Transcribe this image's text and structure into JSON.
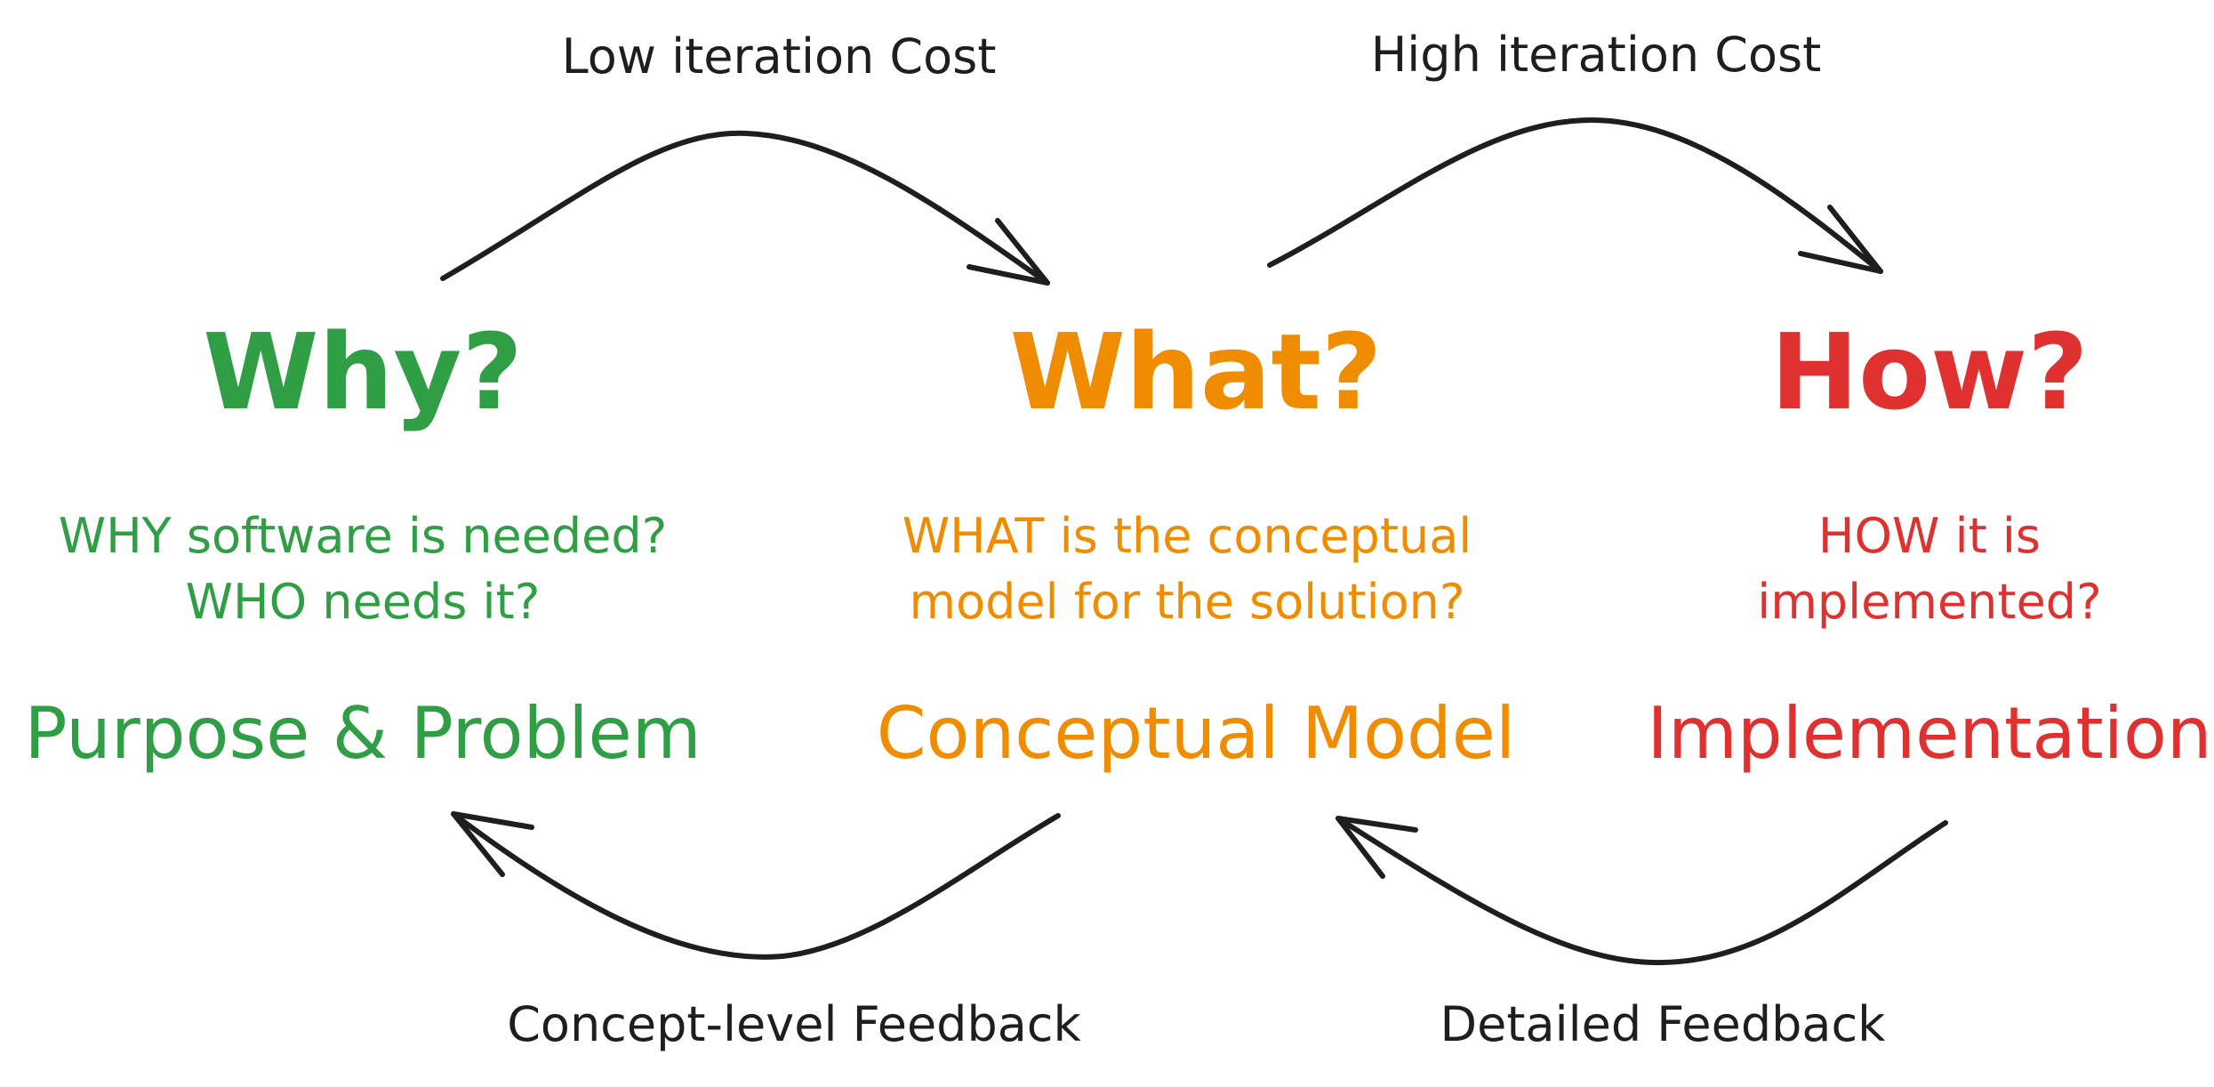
{
  "top_labels": {
    "low_cost": "Low iteration Cost",
    "high_cost": "High iteration Cost"
  },
  "bottom_labels": {
    "concept_feedback": "Concept-level Feedback",
    "detailed_feedback": "Detailed Feedback"
  },
  "columns": {
    "why": {
      "heading": "Why?",
      "question": "WHY software is needed?\nWHO needs it?",
      "caption": "Purpose & Problem",
      "color": "#2f9e44"
    },
    "what": {
      "heading": "What?",
      "question": "WHAT is the conceptual\nmodel for the solution?",
      "caption": "Conceptual Model",
      "color": "#f08c00"
    },
    "how": {
      "heading": "How?",
      "question": "HOW it is\nimplemented?",
      "caption": "Implementation",
      "color": "#e03131"
    }
  },
  "stroke_color": "#1e1e1e"
}
